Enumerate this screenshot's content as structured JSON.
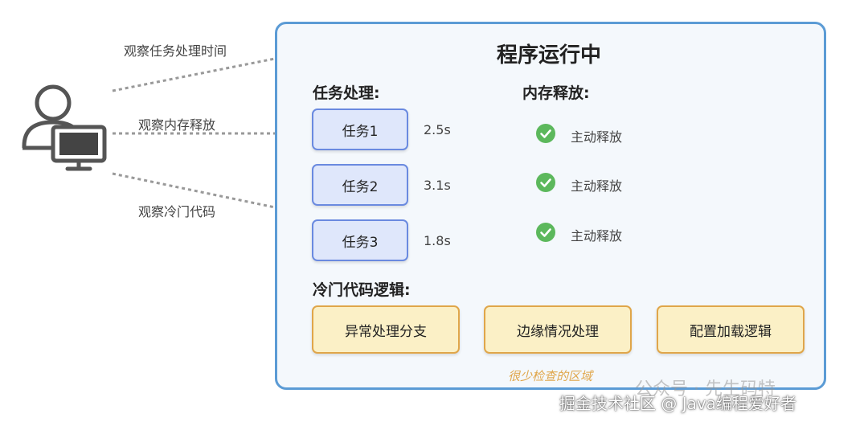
{
  "observer": {
    "label_time": "观察任务处理时间",
    "label_memory": "观察内存释放",
    "label_cold": "观察冷门代码"
  },
  "panel": {
    "title": "程序运行中",
    "tasks_heading": "任务处理:",
    "memory_heading": "内存释放:",
    "tasks": [
      {
        "label": "任务1",
        "time": "2.5s"
      },
      {
        "label": "任务2",
        "time": "3.1s"
      },
      {
        "label": "任务3",
        "time": "1.8s"
      }
    ],
    "releases": [
      {
        "label": "主动释放",
        "icon": "check-circle-icon"
      },
      {
        "label": "主动释放",
        "icon": "check-circle-icon"
      },
      {
        "label": "主动释放",
        "icon": "check-circle-icon"
      }
    ],
    "cold_heading": "冷门代码逻辑:",
    "cold_items": [
      "异常处理分支",
      "边缘情况处理",
      "配置加载逻辑"
    ],
    "cold_note": "很少检查的区域"
  },
  "watermark": {
    "line1": "公众号 · 先生码特",
    "line2": "掘金技术社区 @ Java编程爱好者"
  },
  "colors": {
    "panel_border": "#5b9bd5",
    "task_border": "#6a8ae0",
    "task_fill": "#dfe7fb",
    "cold_border": "#e0a64a",
    "cold_fill": "#fbf0c6",
    "check_green": "#5cb85c"
  }
}
